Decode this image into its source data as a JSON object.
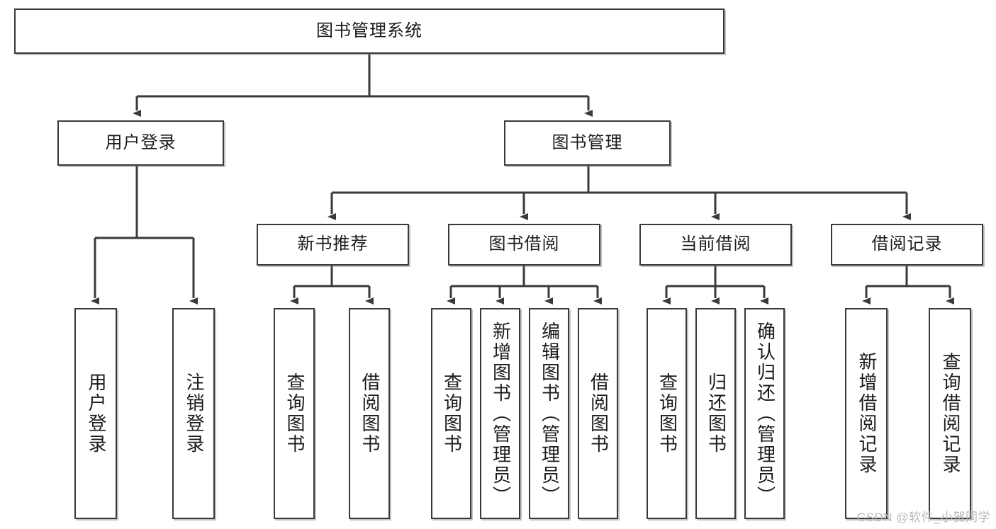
{
  "diagram": {
    "title": "图书管理系统",
    "type": "tree",
    "orientation": "top-down",
    "watermark": "CSDN @软件_小贺同学",
    "colors": {
      "box_border": "#3a3a3a",
      "box_fill": "#ffffff",
      "edge": "#3a3a3a",
      "text": "#1b1b1b",
      "watermark": "#b8b8b8"
    },
    "root": {
      "label": "图书管理系统"
    },
    "level2": [
      {
        "label": "用户登录"
      },
      {
        "label": "图书管理"
      }
    ],
    "level3": [
      {
        "label": "新书推荐"
      },
      {
        "label": "图书借阅"
      },
      {
        "label": "当前借阅"
      },
      {
        "label": "借阅记录"
      }
    ],
    "leaves": {
      "user_login": [
        {
          "label": "用户登录"
        },
        {
          "label": "注销登录"
        }
      ],
      "new_book_recommend": [
        {
          "label": "查询图书"
        },
        {
          "label": "借阅图书"
        }
      ],
      "book_borrow": [
        {
          "label": "查询图书"
        },
        {
          "label": "新增图书（管理员）"
        },
        {
          "label": "编辑图书（管理员）"
        },
        {
          "label": "借阅图书"
        }
      ],
      "current_borrow": [
        {
          "label": "查询图书"
        },
        {
          "label": "归还图书"
        },
        {
          "label": "确认归还（管理员）"
        }
      ],
      "borrow_record": [
        {
          "label": "新增借阅记录"
        },
        {
          "label": "查询借阅记录"
        }
      ]
    }
  }
}
